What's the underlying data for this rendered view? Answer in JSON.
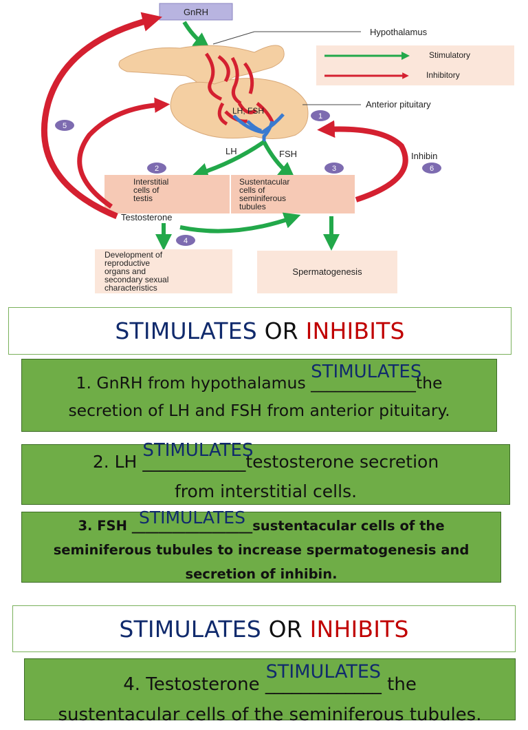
{
  "diagram": {
    "gnrh": "GnRH",
    "hypothalamus": "Hypothalamus",
    "legend": {
      "stimulatory": "Stimulatory",
      "inhibitory": "Inhibitory"
    },
    "anterior_pituitary": "Anterior pituitary",
    "lh_fsh": "LH, FSH",
    "lh": "LH",
    "fsh": "FSH",
    "inhibin": "Inhibin",
    "interstitial": [
      "Interstitial",
      "cells of",
      "testis"
    ],
    "sustentacular": [
      "Sustentacular",
      "cells of",
      "seminiferous",
      "tubules"
    ],
    "testosterone": "Testosterone",
    "development": [
      "Development of",
      "reproductive",
      "organs and",
      "secondary sexual",
      "characteristics"
    ],
    "spermatogenesis": "Spermatogenesis",
    "steps": [
      "1",
      "2",
      "3",
      "4",
      "5",
      "6"
    ],
    "colors": {
      "stimulatory": "#22a84a",
      "inhibitory": "#d42030",
      "box": "#f6c9b5",
      "badge": "#7d6bb0"
    }
  },
  "section1": {
    "stimulates": "STIMULATES",
    "or": "OR",
    "inhibits": "INHIBITS"
  },
  "q1": {
    "before": "1. GnRH from hypothalamus ",
    "blank": "_____________",
    "answer": "STIMULATES",
    "after_line1": "the",
    "line2": "secretion  of LH and FSH from anterior pituitary."
  },
  "q2": {
    "before": "2. LH ",
    "blank": "____________",
    "answer": "STIMULATES",
    "after_line1": "testosterone secretion",
    "line2": "from interstitial cells."
  },
  "q3": {
    "before": "3. FSH ",
    "blank": "__________________",
    "answer": "STIMULATES",
    "after_line1": "sustentacular cells of the",
    "line2": "seminiferous tubules to increase spermatogenesis and",
    "line3": "secretion of inhibin."
  },
  "section2": {
    "stimulates": "STIMULATES",
    "or": "OR",
    "inhibits": "INHIBITS"
  },
  "q4": {
    "before": "4. Testosterone ",
    "blank": "_____________",
    "answer": "STIMULATES",
    "after_line1": " the",
    "line2": "sustentacular cells of the seminiferous tubules."
  }
}
